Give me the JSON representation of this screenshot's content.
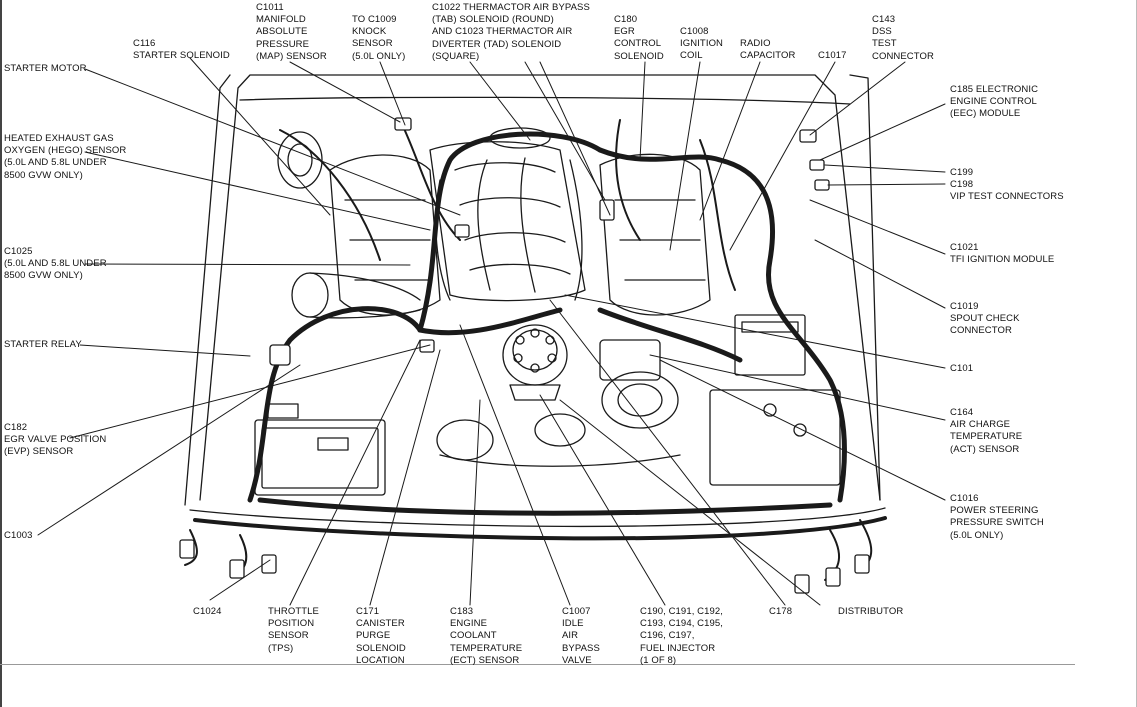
{
  "labels": {
    "c116": [
      "C116",
      "STARTER SOLENOID"
    ],
    "c1011": [
      "C1011",
      "MANIFOLD",
      "ABSOLUTE",
      "PRESSURE",
      "(MAP) SENSOR"
    ],
    "c1009": [
      "TO C1009",
      "KNOCK",
      "SENSOR",
      "(5.0L ONLY)"
    ],
    "c1022": [
      "C1022 THERMACTOR AIR BYPASS",
      "(TAB) SOLENOID (ROUND)",
      "AND C1023 THERMACTOR AIR",
      "DIVERTER (TAD) SOLENOID",
      "(SQUARE)"
    ],
    "c180": [
      "C180",
      "EGR",
      "CONTROL",
      "SOLENOID"
    ],
    "c1008": [
      "C1008",
      "IGNITION",
      "COIL"
    ],
    "radio": [
      "RADIO",
      "CAPACITOR"
    ],
    "c1017": [
      "C1017"
    ],
    "c143": [
      "C143",
      "DSS",
      "TEST",
      "CONNECTOR"
    ],
    "starter_motor": [
      "STARTER MOTOR"
    ],
    "hego": [
      "HEATED EXHAUST GAS",
      "OXYGEN (HEGO) SENSOR",
      "(5.0L AND 5.8L UNDER",
      "8500 GVW ONLY)"
    ],
    "c1025": [
      "C1025",
      "(5.0L AND 5.8L UNDER",
      "8500 GVW ONLY)"
    ],
    "starter_relay": [
      "STARTER RELAY"
    ],
    "c182": [
      "C182",
      "EGR VALVE POSITION",
      "(EVP) SENSOR"
    ],
    "c1003": [
      "C1003"
    ],
    "c185": [
      "C185 ELECTRONIC",
      "ENGINE CONTROL",
      "(EEC) MODULE"
    ],
    "c199": [
      "C199"
    ],
    "c198": [
      "C198",
      "VIP TEST CONNECTORS"
    ],
    "c1021": [
      "C1021",
      "TFI IGNITION MODULE"
    ],
    "c1019": [
      "C1019",
      "SPOUT CHECK",
      "CONNECTOR"
    ],
    "c101": [
      "C101"
    ],
    "c164": [
      "C164",
      "AIR CHARGE",
      "TEMPERATURE",
      "(ACT) SENSOR"
    ],
    "c1016": [
      "C1016",
      "POWER STEERING",
      "PRESSURE SWITCH",
      "(5.0L ONLY)"
    ],
    "c1024": [
      "C1024"
    ],
    "tps": [
      "THROTTLE",
      "POSITION",
      "SENSOR",
      "(TPS)"
    ],
    "c171": [
      "C171",
      "CANISTER",
      "PURGE",
      "SOLENOID",
      "LOCATION"
    ],
    "c183": [
      "C183",
      "ENGINE",
      "COOLANT",
      "TEMPERATURE",
      "(ECT) SENSOR"
    ],
    "c1007": [
      "C1007",
      "IDLE",
      "AIR",
      "BYPASS",
      "VALVE"
    ],
    "c190": [
      "C190, C191, C192,",
      "C193, C194, C195,",
      "C196, C197,",
      "FUEL INJECTOR",
      "(1 OF 8)"
    ],
    "c178": [
      "C178"
    ],
    "distributor": [
      "DISTRIBUTOR"
    ]
  }
}
